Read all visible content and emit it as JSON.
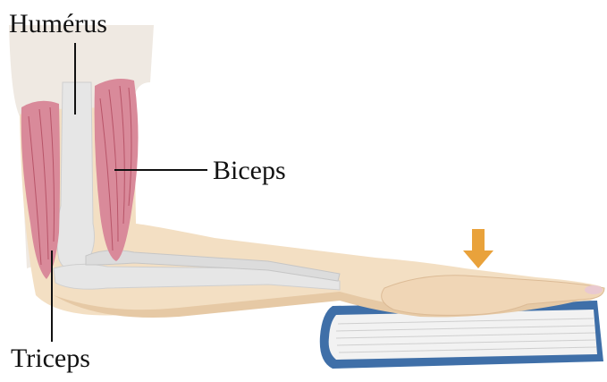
{
  "labels": {
    "humerus": "Humérus",
    "biceps": "Biceps",
    "triceps": "Triceps"
  },
  "colors": {
    "skin": "#f3dfc3",
    "skin_shadow": "#e6c9a5",
    "muscle": "#d98a9a",
    "muscle_fiber": "#b85468",
    "bone": "#e6e6e6",
    "bone_shadow": "#c9c9c9",
    "book_cover": "#3f6fa8",
    "book_pages": "#f2f2f2",
    "arrow": "#e9a23b",
    "leader_line": "#111111"
  },
  "icons": {
    "force_arrow": "down-arrow-icon"
  }
}
